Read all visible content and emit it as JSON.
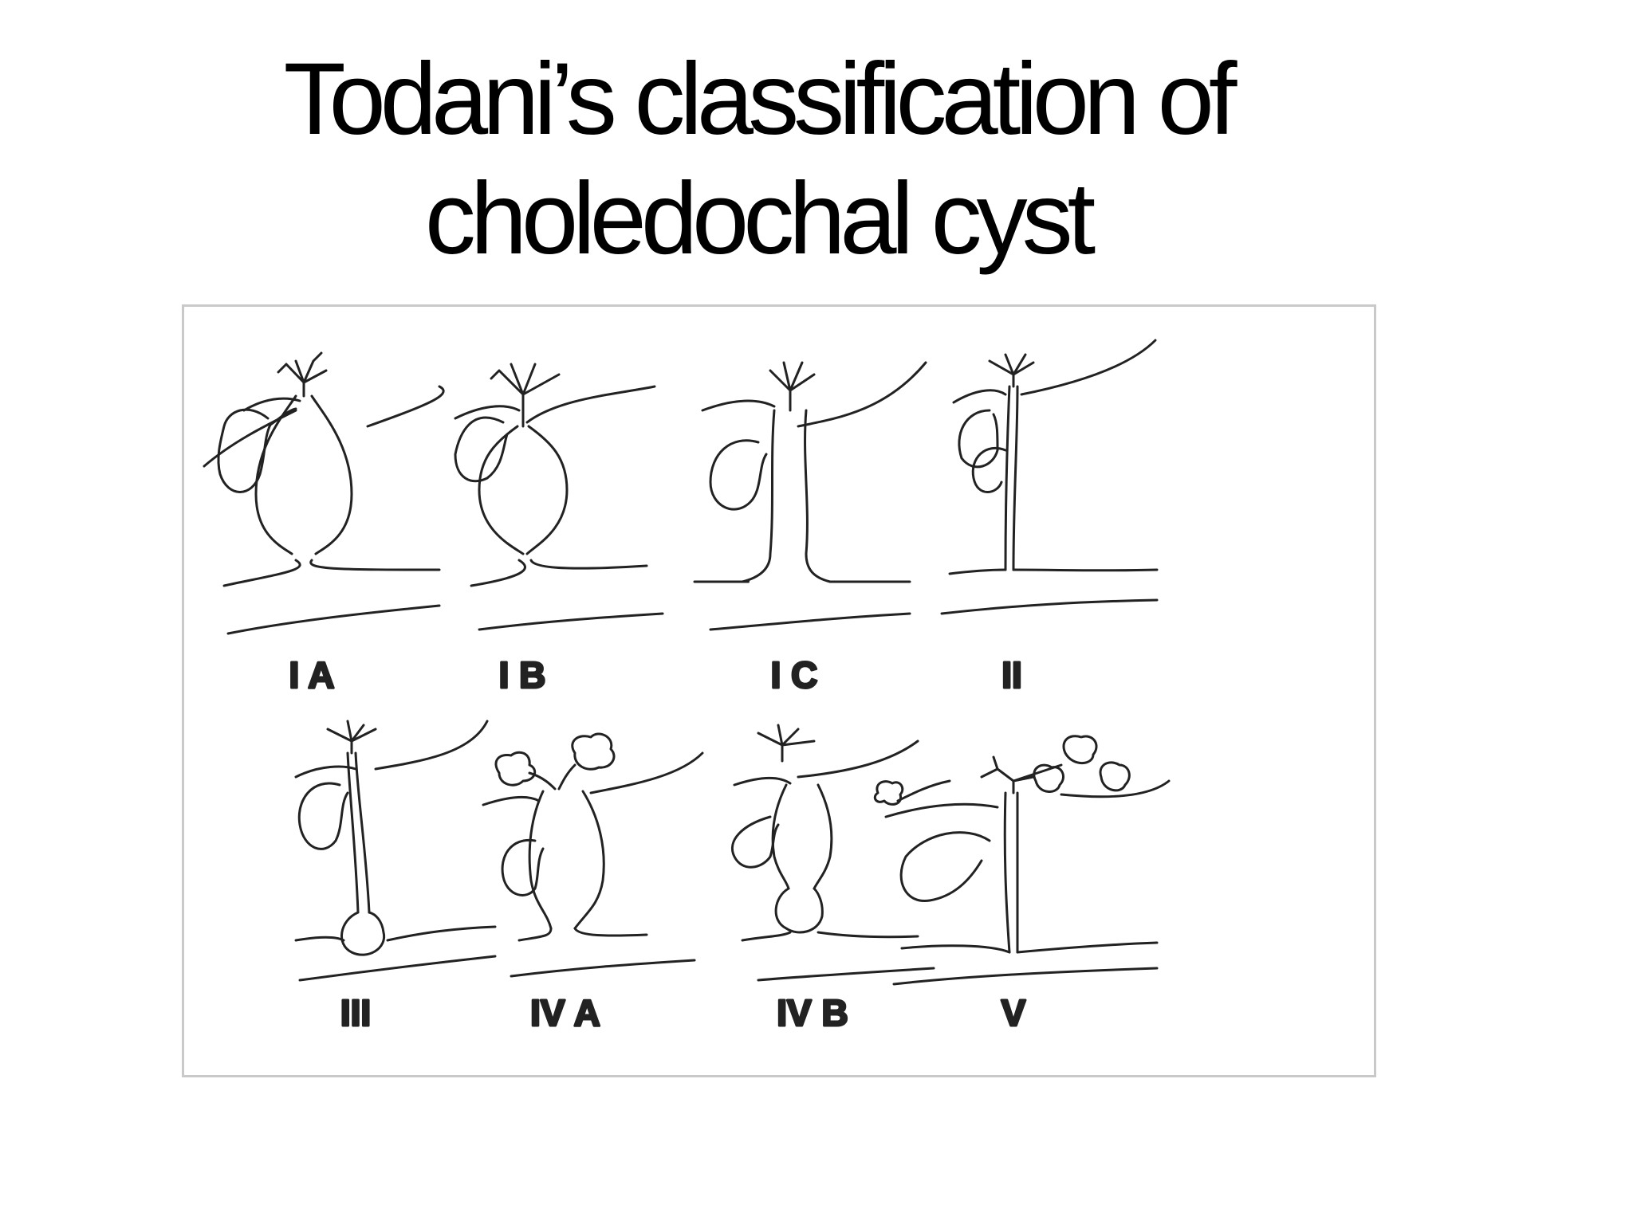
{
  "title": {
    "line1": "Todani’s classification of",
    "line2": "choledochal cyst"
  },
  "diagram": {
    "types": [
      {
        "label": "I A"
      },
      {
        "label": "I B"
      },
      {
        "label": "I C"
      },
      {
        "label": "II"
      },
      {
        "label": "III"
      },
      {
        "label": "IV A"
      },
      {
        "label": "IV B"
      },
      {
        "label": "V"
      }
    ]
  }
}
